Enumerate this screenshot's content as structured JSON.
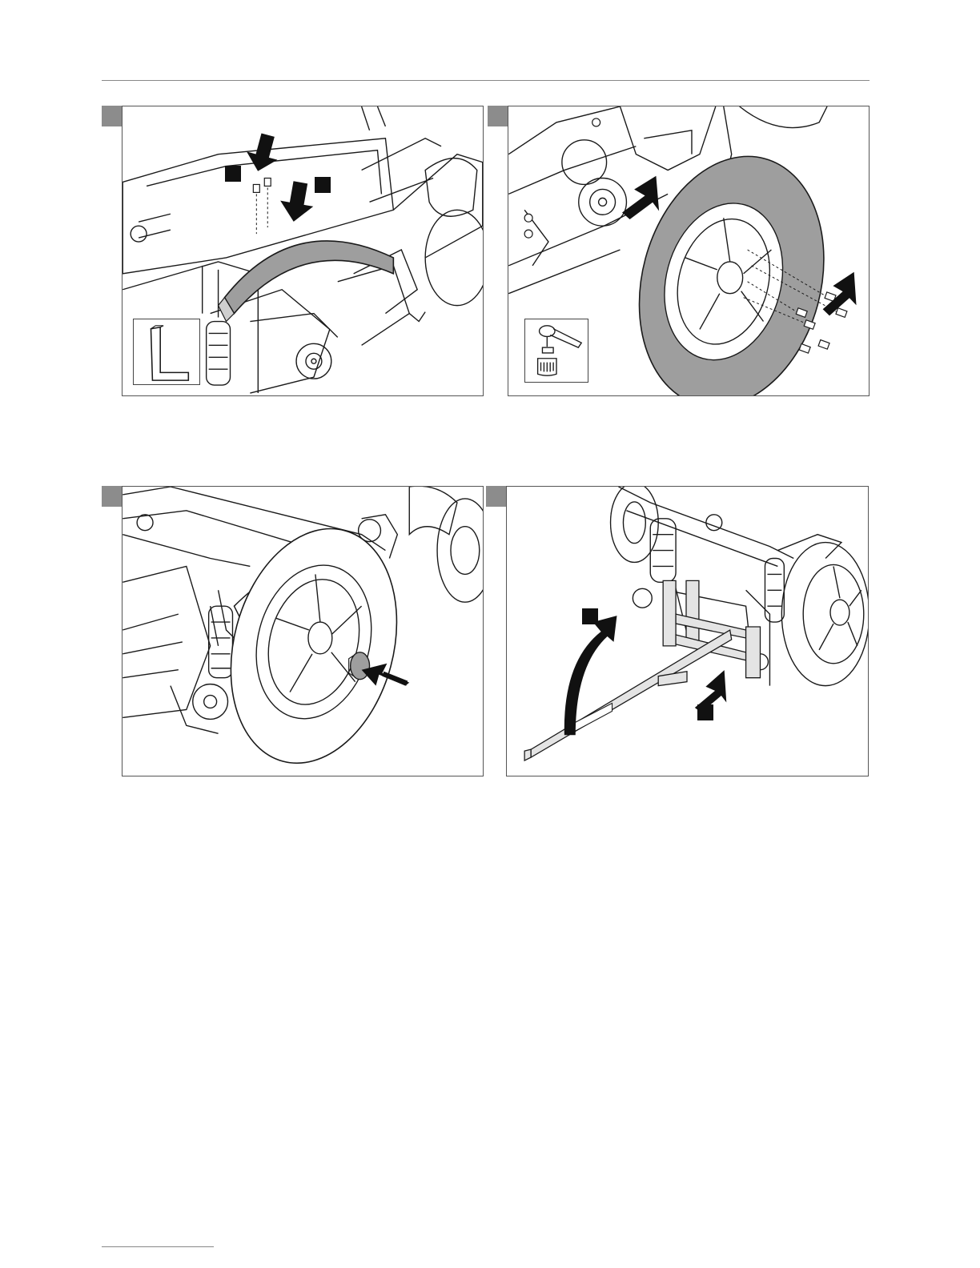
{
  "figures": [
    {
      "id": "fig1",
      "topic": "mudguard-mounting",
      "callouts": 2,
      "inset_tool": "hex-key-icon"
    },
    {
      "id": "fig2",
      "topic": "drive-wheel-mounting",
      "callouts": 0,
      "inset_tool": "torque-wrench-icon"
    },
    {
      "id": "fig3",
      "topic": "hub-cap-fitting",
      "callouts": 0,
      "inset_tool": ""
    },
    {
      "id": "fig4",
      "topic": "lever-stowing",
      "callouts": 2,
      "inset_tool": ""
    }
  ],
  "colors": {
    "line": "#1a1a1a",
    "highlight": "#9e9e9e",
    "step_tab": "#8c8c8c",
    "callout": "#111111"
  }
}
